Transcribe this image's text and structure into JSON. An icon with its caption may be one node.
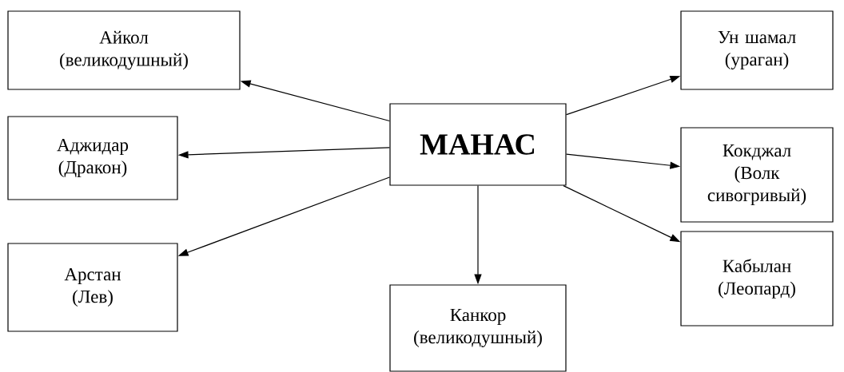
{
  "diagram": {
    "nodes": [
      {
        "text": [
          "Айкол",
          "(великодушный)"
        ]
      },
      {
        "text": [
          "Ун шамал",
          "(ураган)"
        ]
      },
      {
        "text": [
          "Аджидар",
          "(Дракон)"
        ]
      },
      {
        "text": [
          "**МАНАС**"
        ]
      },
      {
        "text": [
          "Кокджал",
          "(Волк сивогривый)"
        ]
      },
      {
        "text": [
          "Арстан",
          "(Лев)"
        ]
      },
      {
        "text": [
          "Кабылан",
          "(Леопард)"
        ]
      },
      {
        "text": [
          "Канкор",
          "(великодушный)"
        ]
      }
    ],
    "edges": [
      {
        "from": 3,
        "to": 0,
        "arrow": "to"
      },
      {
        "from": 3,
        "to": 1,
        "arrow": "to"
      },
      {
        "from": 3,
        "to": 2,
        "arrow": "to"
      },
      {
        "from": 3,
        "to": 4,
        "arrow": "to"
      },
      {
        "from": 3,
        "to": 5,
        "arrow": "to"
      },
      {
        "from": 3,
        "to": 6,
        "arrow": "to"
      },
      {
        "from": 3,
        "to": 7,
        "arrow": "to"
      }
    ]
  }
}
